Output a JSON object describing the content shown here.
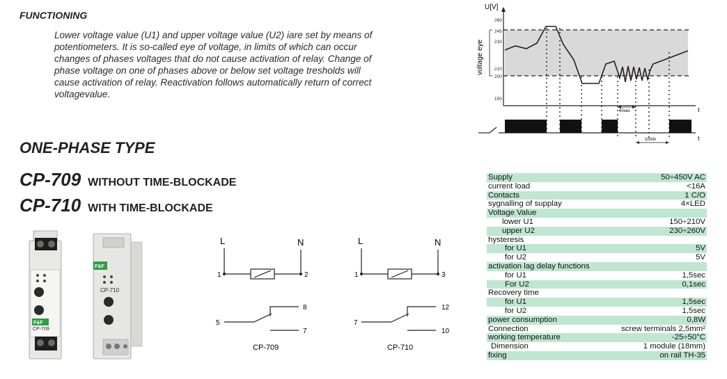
{
  "functioning": {
    "heading": "FUNCTIONING",
    "lines": [
      "Lower voltage value (U1) and upper voltage value (U2) iare set by means of",
      "potentiometers. It is so-called eye of voltage, in limits of which can occur",
      "changes of phases voltages that do not cause activation of relay. Change of",
      "phase voltage on one of phases above or below set voltage tresholds will",
      "cause activation of relay. Reactivation  follows automatically return of correct",
      "voltagevalue."
    ]
  },
  "type_heading": "ONE-PHASE TYPE",
  "models": [
    {
      "code": "CP-709",
      "desc": "WITHOUT TIME-BLOCKADE"
    },
    {
      "code": "CP-710",
      "desc": "WITH TIME-BLOCKADE"
    }
  ],
  "graph": {
    "y_axis_label": "U[V]",
    "eye_label": "voltage eye",
    "ticks": [
      "260",
      "245",
      "230",
      "210",
      "200",
      "150"
    ],
    "t_label": "t",
    "delay_label": "60sec",
    "recovery_label": "10min"
  },
  "diagrams": [
    {
      "name": "CP-709",
      "L": "L",
      "N": "N",
      "pin_left": "1",
      "pin_right": "2",
      "contact_common": "5",
      "contact_no": "8",
      "contact_nc": "7"
    },
    {
      "name": "CP-710",
      "L": "L",
      "N": "N",
      "pin_left": "1",
      "pin_right": "3",
      "contact_common": "7",
      "contact_no": "12",
      "contact_nc": "10"
    }
  ],
  "devices": [
    {
      "brand": "F&F",
      "label": "CP-709"
    },
    {
      "brand": "F&F",
      "label": "CP-710"
    }
  ],
  "specs": [
    {
      "label": "Supply",
      "value": "50÷450V AC",
      "shade": true,
      "indent": 0
    },
    {
      "label": "current load",
      "value": "<16A",
      "shade": false,
      "indent": 0
    },
    {
      "label": "Contacts",
      "value": "1 C/O",
      "shade": true,
      "indent": 0
    },
    {
      "label": "sygnalling of supplay",
      "value": "4×LED",
      "shade": false,
      "indent": 0
    },
    {
      "label": "Voltage Value",
      "value": "",
      "shade": true,
      "indent": 0
    },
    {
      "label": "lower U1",
      "value": "150÷210V",
      "shade": false,
      "indent": 1
    },
    {
      "label": "upper U2",
      "value": "230÷260V",
      "shade": true,
      "indent": 1
    },
    {
      "label": "hysteresis",
      "value": "",
      "shade": false,
      "indent": 0
    },
    {
      "label": "for U1",
      "value": "5V",
      "shade": true,
      "indent": 2
    },
    {
      "label": "for U2",
      "value": "5V",
      "shade": false,
      "indent": 2
    },
    {
      "label": "activation lag delay functions",
      "value": "",
      "shade": true,
      "indent": 0
    },
    {
      "label": "for U1",
      "value": "1,5sec",
      "shade": false,
      "indent": 2
    },
    {
      "label": "For U2",
      "value": "0,1sec",
      "shade": true,
      "indent": 2
    },
    {
      "label": "Recovery time",
      "value": "",
      "shade": false,
      "indent": 0
    },
    {
      "label": "for U1",
      "value": "1,5sec",
      "shade": true,
      "indent": 2
    },
    {
      "label": "for U2",
      "value": "1,5sec",
      "shade": false,
      "indent": 2
    },
    {
      "label": "power consumption",
      "value": "0,8W",
      "shade": true,
      "indent": 0
    },
    {
      "label": "Connection",
      "value": "screw terminals 2,5mm²",
      "shade": false,
      "indent": 0
    },
    {
      "label": "working temperature",
      "value": "-25÷50°C",
      "shade": true,
      "indent": 0
    },
    {
      "label": "Dimension",
      "value": "1 module (18mm)",
      "shade": false,
      "indent": 3
    },
    {
      "label": "fixing",
      "value": "on rail TH-35",
      "shade": true,
      "indent": 0
    }
  ]
}
